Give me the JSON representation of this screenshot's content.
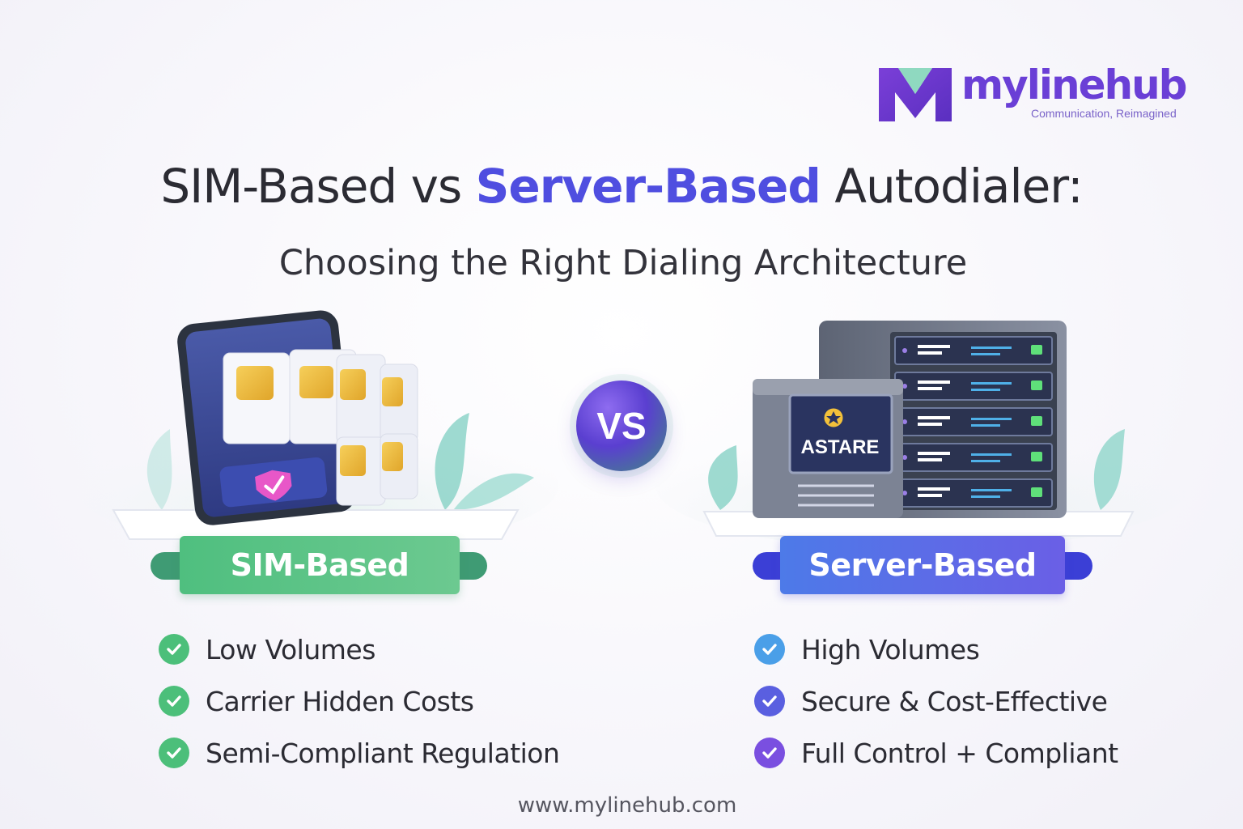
{
  "brand": {
    "name": "mylinehub",
    "tagline": "Communication, Reimagined",
    "colors": {
      "primary": "#6a3fd6",
      "accent_teal": "#8fd9c0"
    }
  },
  "heading": {
    "title_part1": "SIM-Based vs ",
    "title_accent": "Server-Based",
    "title_part2": " Autodialer:",
    "subtitle": "Choosing the Right Dialing Architecture"
  },
  "vs_label": "VS",
  "server_panel_label": "ASTARE",
  "left": {
    "label": "SIM-Based",
    "color": "#4fbf7f",
    "items": [
      {
        "text": "Low Volumes",
        "icon": "check-circle-icon",
        "color": "#4cbf7a"
      },
      {
        "text": "Carrier Hidden Costs",
        "icon": "check-circle-icon",
        "color": "#4cbf7a"
      },
      {
        "text": "Semi-Compliant Regulation",
        "icon": "check-circle-icon",
        "color": "#4cbf7a"
      }
    ]
  },
  "right": {
    "label": "Server-Based",
    "color": "#5a6ce6",
    "items": [
      {
        "text": "High Volumes",
        "icon": "check-circle-icon",
        "color": "#4a9fe8"
      },
      {
        "text": "Secure & Cost-Effective",
        "icon": "check-circle-icon",
        "color": "#5a5fe0"
      },
      {
        "text": "Full Control + Compliant",
        "icon": "check-circle-icon",
        "color": "#7a4fe0"
      }
    ]
  },
  "footer": {
    "url": "www.mylinehub.com"
  }
}
